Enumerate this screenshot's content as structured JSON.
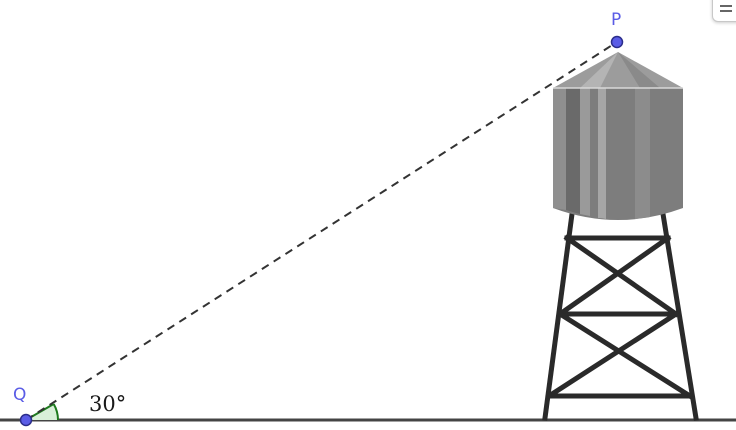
{
  "points": {
    "top_label": "P",
    "base_label": "Q"
  },
  "angle": {
    "label": "30°"
  },
  "colors": {
    "point_fill": "#5a5ce6",
    "point_stroke": "#2b2d8a",
    "angle_fill": "#d9f0d9",
    "angle_stroke": "#1e7a1e",
    "ground": "#444444",
    "tower_legs": "#2a2a2a",
    "tank_main": "#8a8a8a",
    "dashed_line": "#333333"
  },
  "toolbar": {
    "menu_icon": "menu-icon"
  }
}
